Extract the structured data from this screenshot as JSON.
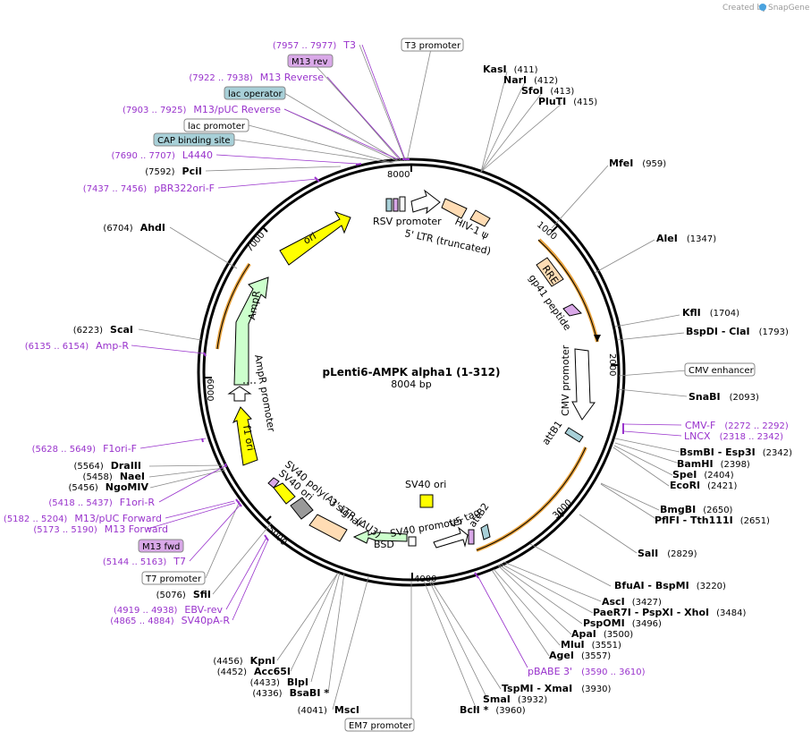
{
  "credit": {
    "created_by": "Created by",
    "brand": "SnapGene"
  },
  "plasmid": {
    "name": "pLenti6-AMPK alpha1 (1-312)",
    "length_label": "8004 bp",
    "length_bp": 8004
  },
  "ticks": [
    "1000",
    "2000",
    "3000",
    "4000",
    "5000",
    "6000",
    "7000",
    "8000"
  ],
  "sites_right": [
    {
      "name": "KasI",
      "pos": "(411)"
    },
    {
      "name": "NarI",
      "pos": "(412)"
    },
    {
      "name": "SfoI",
      "pos": "(413)"
    },
    {
      "name": "PluTI",
      "pos": "(415)"
    },
    {
      "name": "MfeI",
      "pos": "(959)"
    },
    {
      "name": "AleI",
      "pos": "(1347)"
    },
    {
      "name": "KflI",
      "pos": "(1704)"
    },
    {
      "name": "BspDI - ClaI",
      "pos": "(1793)"
    },
    {
      "name": "SnaBI",
      "pos": "(2093)"
    },
    {
      "name": "BsmBI - Esp3I",
      "pos": "(2342)"
    },
    {
      "name": "BamHI",
      "pos": "(2398)"
    },
    {
      "name": "SpeI",
      "pos": "(2404)"
    },
    {
      "name": "EcoRI",
      "pos": "(2421)"
    },
    {
      "name": "BmgBI",
      "pos": "(2650)"
    },
    {
      "name": "PflFI - Tth111I",
      "pos": "(2651)"
    },
    {
      "name": "SalI",
      "pos": "(2829)"
    },
    {
      "name": "BfuAI - BspMI",
      "pos": "(3220)"
    },
    {
      "name": "AscI",
      "pos": "(3427)"
    },
    {
      "name": "PaeR7I - PspXI - XhoI",
      "pos": "(3484)"
    },
    {
      "name": "PspOMI",
      "pos": "(3496)"
    },
    {
      "name": "ApaI",
      "pos": "(3500)"
    },
    {
      "name": "MluI",
      "pos": "(3551)"
    },
    {
      "name": "AgeI",
      "pos": "(3557)"
    },
    {
      "name": "TspMI - XmaI",
      "pos": "(3930)"
    },
    {
      "name": "SmaI",
      "pos": "(3932)"
    },
    {
      "name": "BclI *",
      "pos": "(3960)"
    }
  ],
  "sites_left": [
    {
      "name": "PciI",
      "pos": "(7592)"
    },
    {
      "name": "AhdI",
      "pos": "(6704)"
    },
    {
      "name": "ScaI",
      "pos": "(6223)"
    },
    {
      "name": "DraIII",
      "pos": "(5564)"
    },
    {
      "name": "NaeI",
      "pos": "(5458)"
    },
    {
      "name": "NgoMIV",
      "pos": "(5456)"
    },
    {
      "name": "SfiI",
      "pos": "(5076)"
    },
    {
      "name": "KpnI",
      "pos": "(4456)"
    },
    {
      "name": "Acc65I",
      "pos": "(4452)"
    },
    {
      "name": "BlpI",
      "pos": "(4433)"
    },
    {
      "name": "BsaBI *",
      "pos": "(4336)"
    },
    {
      "name": "MscI",
      "pos": "(4041)"
    }
  ],
  "primers": [
    {
      "name": "T3",
      "range": "(7957 .. 7977)"
    },
    {
      "name": "M13 Reverse",
      "range": "(7922 .. 7938)"
    },
    {
      "name": "M13/pUC Reverse",
      "range": "(7903 .. 7925)"
    },
    {
      "name": "L4440",
      "range": "(7690 .. 7707)"
    },
    {
      "name": "pBR322ori-F",
      "range": "(7437 .. 7456)"
    },
    {
      "name": "Amp-R",
      "range": "(6135 .. 6154)"
    },
    {
      "name": "F1ori-F",
      "range": "(5628 .. 5649)"
    },
    {
      "name": "F1ori-R",
      "range": "(5418 .. 5437)"
    },
    {
      "name": "M13/pUC Forward",
      "range": "(5182 .. 5204)"
    },
    {
      "name": "M13 Forward",
      "range": "(5173 .. 5190)"
    },
    {
      "name": "T7",
      "range": "(5144 .. 5163)"
    },
    {
      "name": "EBV-rev",
      "range": "(4919 .. 4938)"
    },
    {
      "name": "SV40pA-R",
      "range": "(4865 .. 4884)"
    },
    {
      "name": "CMV-F",
      "range": "(2272 .. 2292)"
    },
    {
      "name": "LNCX",
      "range": "(2318 .. 2342)"
    },
    {
      "name": "pBABE 3'",
      "range": "(3590 .. 3610)"
    }
  ],
  "boxed_features": [
    {
      "name": "T3 promoter"
    },
    {
      "name": "M13 rev"
    },
    {
      "name": "lac operator"
    },
    {
      "name": "lac promoter"
    },
    {
      "name": "CAP binding site"
    },
    {
      "name": "CMV enhancer"
    },
    {
      "name": "M13 fwd"
    },
    {
      "name": "T7 promoter"
    },
    {
      "name": "EM7 promoter"
    }
  ],
  "inner_features": [
    {
      "name": "RSV promoter"
    },
    {
      "name": "5' LTR (truncated)"
    },
    {
      "name": "HIV-1 ψ"
    },
    {
      "name": "RRE"
    },
    {
      "name": "gp41 peptide"
    },
    {
      "name": "CMV promoter"
    },
    {
      "name": "attB1"
    },
    {
      "name": "V5 tag"
    },
    {
      "name": "attB2"
    },
    {
      "name": "SV40 promoter"
    },
    {
      "name": "BSD"
    },
    {
      "name": "SV40 ori"
    },
    {
      "name": "3' LTR (ΔU3)"
    },
    {
      "name": "SV40 poly(A) signal"
    },
    {
      "name": "SV40 ori"
    },
    {
      "name": "f1 ori"
    },
    {
      "name": "AmpR promoter"
    },
    {
      "name": "AmpR"
    },
    {
      "name": "ori"
    }
  ],
  "colors": {
    "primer": "#9933cc",
    "promoter": "#ffffff",
    "ori": "#ffff00",
    "cds": "#ccffcc",
    "ltr": "#ffdcb4",
    "orange_arc": "#e8a23c",
    "misc_blue": "#a8d0d8",
    "purple_box": "#d9a8e8"
  }
}
